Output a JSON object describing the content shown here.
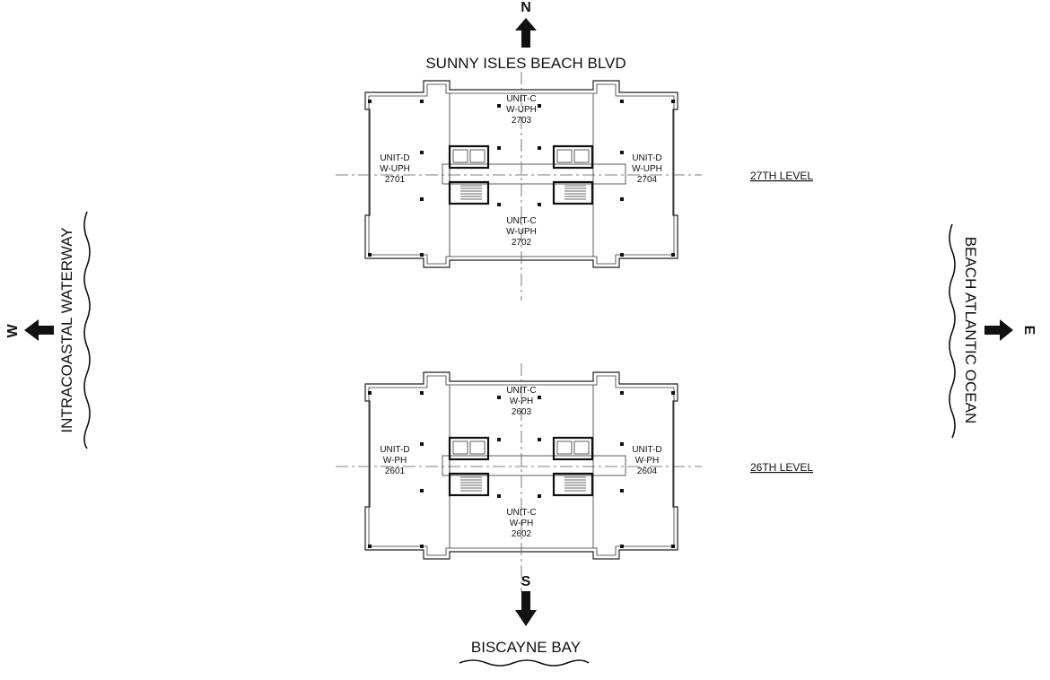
{
  "compass": {
    "north": "N",
    "south": "S",
    "east": "E",
    "west": "W"
  },
  "streets": {
    "north": "SUNNY ISLES BEACH BLVD",
    "south": "BISCAYNE BAY",
    "east": "BEACH ATLANTIC OCEAN",
    "west": "INTRACOASTAL WATERWAY"
  },
  "floors": [
    {
      "level": "27TH LEVEL",
      "units": [
        {
          "name": "UNIT-C",
          "type": "W-UPH",
          "number": "2703",
          "pos": "north"
        },
        {
          "name": "UNIT-D",
          "type": "W-UPH",
          "number": "2701",
          "pos": "west"
        },
        {
          "name": "UNIT-D",
          "type": "W-UPH",
          "number": "2704",
          "pos": "east"
        },
        {
          "name": "UNIT-C",
          "type": "W-UPH",
          "number": "2702",
          "pos": "south"
        }
      ]
    },
    {
      "level": "26TH LEVEL",
      "units": [
        {
          "name": "UNIT-C",
          "type": "W-PH",
          "number": "2603",
          "pos": "north"
        },
        {
          "name": "UNIT-D",
          "type": "W-PH",
          "number": "2601",
          "pos": "west"
        },
        {
          "name": "UNIT-D",
          "type": "W-PH",
          "number": "2604",
          "pos": "east"
        },
        {
          "name": "UNIT-C",
          "type": "W-PH",
          "number": "2602",
          "pos": "south"
        }
      ]
    }
  ]
}
